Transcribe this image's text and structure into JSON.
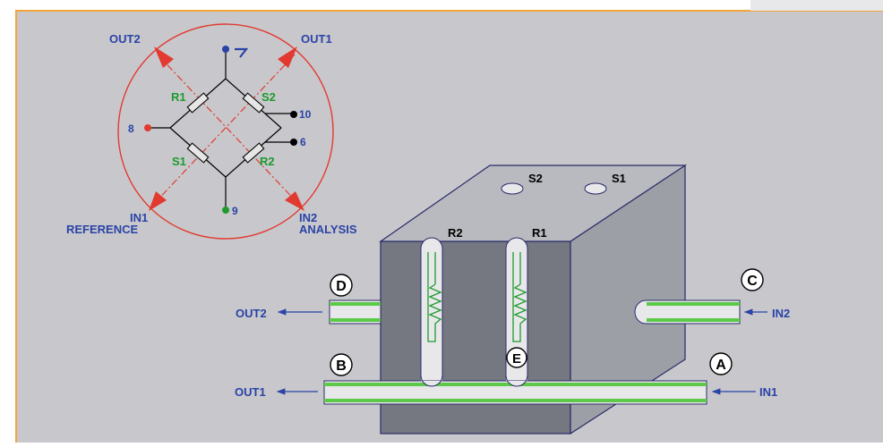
{
  "colors": {
    "background": "#c8c8cc",
    "frame": "#f0a63a",
    "label_blue": "#2a43a6",
    "label_green": "#1f9a2e",
    "circle_red": "#e23a30",
    "tube_green": "#5cc948",
    "block_front": "#757881",
    "block_side": "#9c9fa5",
    "block_top": "#b8babf",
    "wire": "#000000"
  },
  "bridge": {
    "out2": "OUT2",
    "out1": "OUT1",
    "r1": "R1",
    "s2": "S2",
    "s1": "S1",
    "r2": "R2",
    "pin8": "8",
    "pin10": "10",
    "pin6": "6",
    "pin9": "9",
    "in1": "IN1",
    "reference": "REFERENCE",
    "in2": "IN2",
    "analysis": "ANALYSIS",
    "top_pin_icon": "pin-marker-icon"
  },
  "block": {
    "s2": "S2",
    "s1": "S1",
    "r2": "R2",
    "r1": "R1"
  },
  "ports": {
    "d": "D",
    "c": "C",
    "b": "B",
    "a": "A",
    "e": "E"
  },
  "flow": {
    "out2": "OUT2",
    "in2": "IN2",
    "out1": "OUT1",
    "in1": "IN1"
  }
}
